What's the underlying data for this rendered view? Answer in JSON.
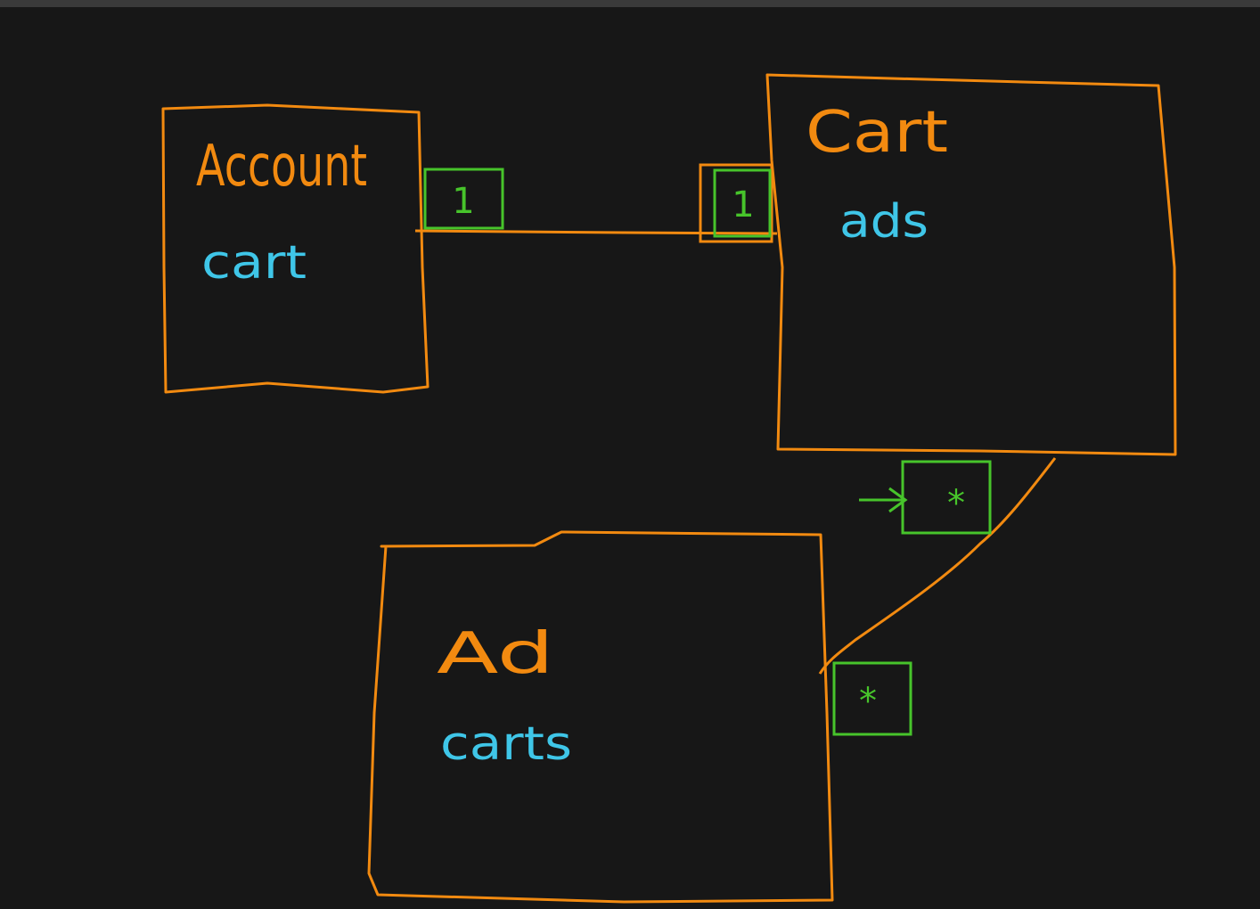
{
  "colors": {
    "background": "#171717",
    "topbar": "#3a3a3a",
    "entity_stroke": "#f28a10",
    "entity_title": "#f28a10",
    "attribute_text": "#3fc6e8",
    "multiplicity": "#47c42b"
  },
  "entities": {
    "account": {
      "title": "Account",
      "attribute": "cart"
    },
    "cart": {
      "title": "Cart",
      "attribute": "ads"
    },
    "ad": {
      "title": "Ad",
      "attribute": "carts"
    }
  },
  "relations": {
    "account_cart": {
      "account_side": "1",
      "cart_side": "1"
    },
    "cart_ad": {
      "cart_side": "*",
      "ad_side": "*"
    }
  },
  "icons": {
    "cart_ad_arrow": "arrow-right-icon"
  }
}
